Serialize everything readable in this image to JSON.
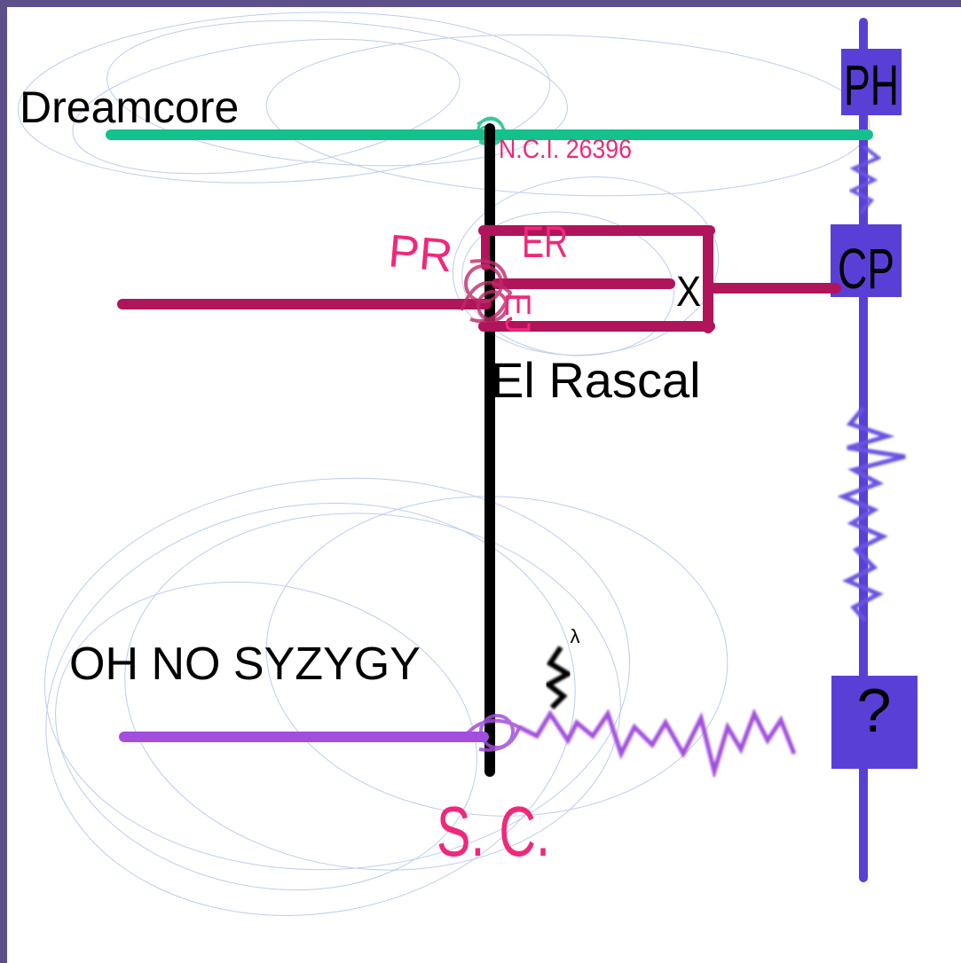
{
  "colors": {
    "frame": "#5d4f8a",
    "teal": "#14c08c",
    "crimson": "#b0145a",
    "violet": "#5a3fd6",
    "purple": "#a14fdc",
    "pink": "#f0287a",
    "black": "#000000",
    "scribble": "#9fb7ea"
  },
  "labels": {
    "dreamcore": "Dreamcore",
    "nci": "N.C.I. 26396",
    "pr": "PR",
    "er": "ER",
    "ej": "EJ",
    "x_mark": "X",
    "el_rascal": "El Rascal",
    "oh_no": "OH NO SYZYGY",
    "lambda": "λ",
    "sc": "S. C.",
    "ph": "PH",
    "cp": "CP",
    "question": "?"
  }
}
